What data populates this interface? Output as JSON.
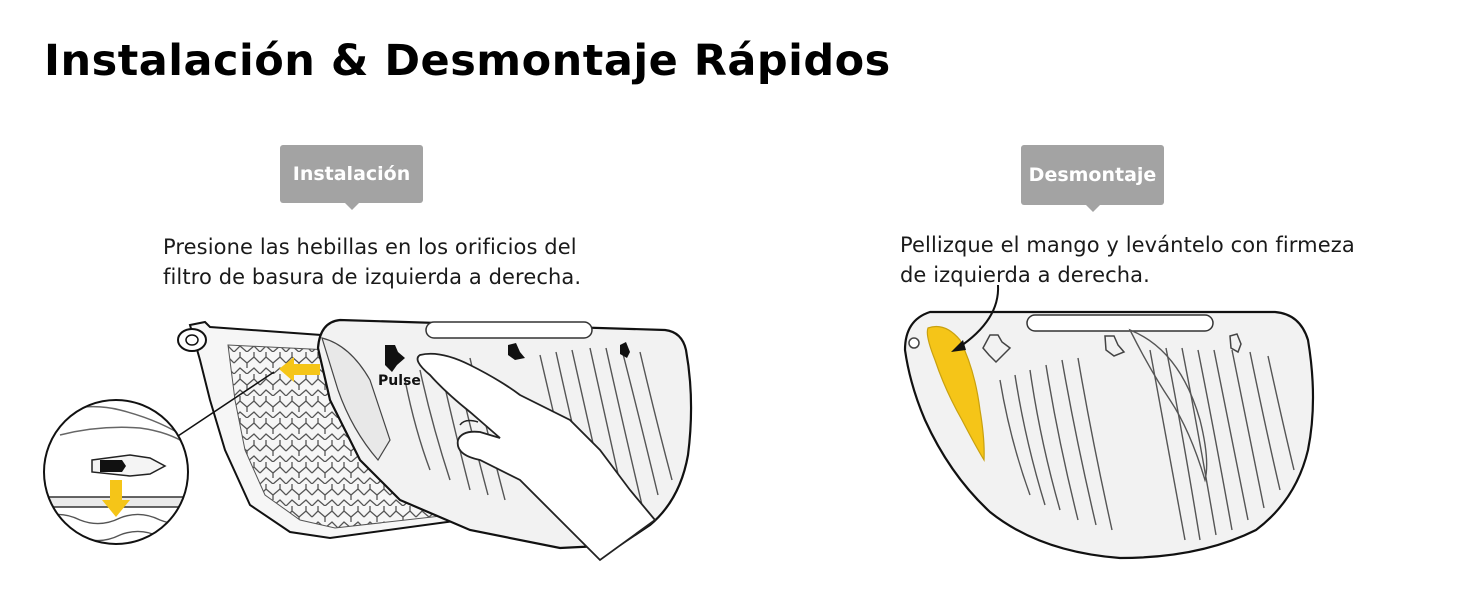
{
  "title": "Instalación & Desmontaje Rápidos",
  "installation": {
    "tag": "Instalación",
    "line1": "Presione las hebillas en los orificios del",
    "line2": "filtro de basura de izquierda a derecha.",
    "push_label": "Pulse"
  },
  "removal": {
    "tag": "Desmontaje",
    "line1": "Pellizque el mango y levántelo con firmeza",
    "line2": "de izquierda a derecha."
  },
  "colors": {
    "tag_bg": "#a3a3a3",
    "accent_yellow": "#f5c518",
    "panel_fill": "#f2f2f2",
    "outline": "#111111"
  },
  "icons": [
    "arrow-left-icon",
    "arrow-down-icon",
    "hand-icon",
    "curved-arrow-icon",
    "magnifier-circle"
  ]
}
